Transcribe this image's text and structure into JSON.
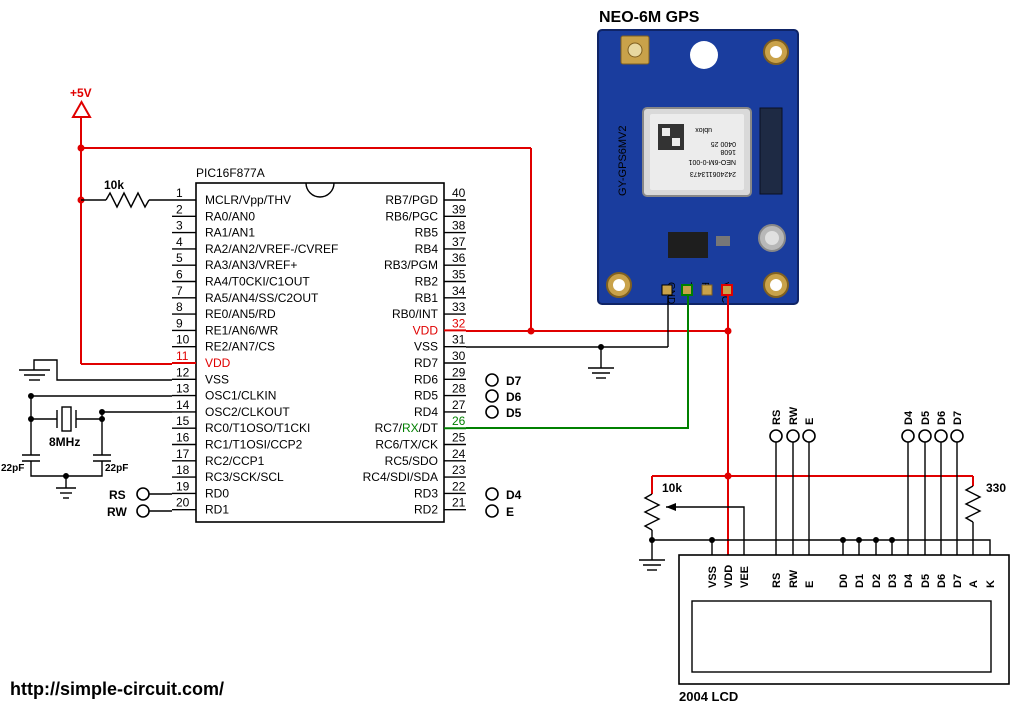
{
  "mcu": {
    "name": "PIC16F877A",
    "left_pins": [
      {
        "num": "1",
        "label": "MCLR/Vpp/THV"
      },
      {
        "num": "2",
        "label": "RA0/AN0"
      },
      {
        "num": "3",
        "label": "RA1/AN1"
      },
      {
        "num": "4",
        "label": "RA2/AN2/VREF-/CVREF"
      },
      {
        "num": "5",
        "label": "RA3/AN3/VREF+"
      },
      {
        "num": "6",
        "label": "RA4/T0CKI/C1OUT"
      },
      {
        "num": "7",
        "label": "RA5/AN4/SS/C2OUT"
      },
      {
        "num": "8",
        "label": "RE0/AN5/RD"
      },
      {
        "num": "9",
        "label": "RE1/AN6/WR"
      },
      {
        "num": "10",
        "label": "RE2/AN7/CS"
      },
      {
        "num": "11",
        "label": "VDD"
      },
      {
        "num": "12",
        "label": "VSS"
      },
      {
        "num": "13",
        "label": "OSC1/CLKIN"
      },
      {
        "num": "14",
        "label": "OSC2/CLKOUT"
      },
      {
        "num": "15",
        "label": "RC0/T1OSO/T1CKI"
      },
      {
        "num": "16",
        "label": "RC1/T1OSI/CCP2"
      },
      {
        "num": "17",
        "label": "RC2/CCP1"
      },
      {
        "num": "18",
        "label": "RC3/SCK/SCL"
      },
      {
        "num": "19",
        "label": "RD0"
      },
      {
        "num": "20",
        "label": "RD1"
      }
    ],
    "right_pins": [
      {
        "num": "40",
        "label": "RB7/PGD"
      },
      {
        "num": "39",
        "label": "RB6/PGC"
      },
      {
        "num": "38",
        "label": "RB5"
      },
      {
        "num": "37",
        "label": "RB4"
      },
      {
        "num": "36",
        "label": "RB3/PGM"
      },
      {
        "num": "35",
        "label": "RB2"
      },
      {
        "num": "34",
        "label": "RB1"
      },
      {
        "num": "33",
        "label": "RB0/INT"
      },
      {
        "num": "32",
        "label": "VDD"
      },
      {
        "num": "31",
        "label": "VSS"
      },
      {
        "num": "30",
        "label": "RD7"
      },
      {
        "num": "29",
        "label": "RD6"
      },
      {
        "num": "28",
        "label": "RD5"
      },
      {
        "num": "27",
        "label": "RD4"
      },
      {
        "num": "26",
        "label": "RC7/RX/DT"
      },
      {
        "num": "25",
        "label": "RC6/TX/CK"
      },
      {
        "num": "24",
        "label": "RC5/SDO"
      },
      {
        "num": "23",
        "label": "RC4/SDI/SDA"
      },
      {
        "num": "22",
        "label": "RD3"
      },
      {
        "num": "21",
        "label": "RD2"
      }
    ],
    "rx_part": "RX",
    "rc7_prefix": "RC7/",
    "rc7_suffix": "/DT"
  },
  "power": {
    "label": "+5V"
  },
  "components": {
    "resistor_mclr": "10k",
    "crystal": "8MHz",
    "cap1": "22pF",
    "cap2": "22pF",
    "pot": "10k",
    "resistor_backlight": "330"
  },
  "gps": {
    "title": "NEO-6M GPS",
    "board_text": "GY-GPS6MV2",
    "pin_labels": [
      "GND",
      "TX",
      "RX",
      "VCC"
    ],
    "chip_text": [
      "ublox",
      "NEO-6M-0-001",
      "1608",
      "0400 25",
      "242406113473"
    ]
  },
  "port_labels": {
    "rd0": "RS",
    "rd1": "RW",
    "rd3": "D4",
    "rd2": "E",
    "rd7": "D7",
    "rd6": "D6",
    "rd5": "D5",
    "lcd_top": [
      "RS",
      "RW",
      "E",
      "D4",
      "D5",
      "D6",
      "D7"
    ]
  },
  "lcd": {
    "title": "2004 LCD",
    "pins": [
      "VSS",
      "VDD",
      "VEE",
      "RS",
      "RW",
      "E",
      "D0",
      "D1",
      "D2",
      "D3",
      "D4",
      "D5",
      "D6",
      "D7",
      "A",
      "K"
    ]
  },
  "footer": {
    "url": "http://simple-circuit.com/"
  },
  "colors": {
    "power": "#e00000",
    "rx": "#008000",
    "gps_board": "#1a3d9e"
  }
}
